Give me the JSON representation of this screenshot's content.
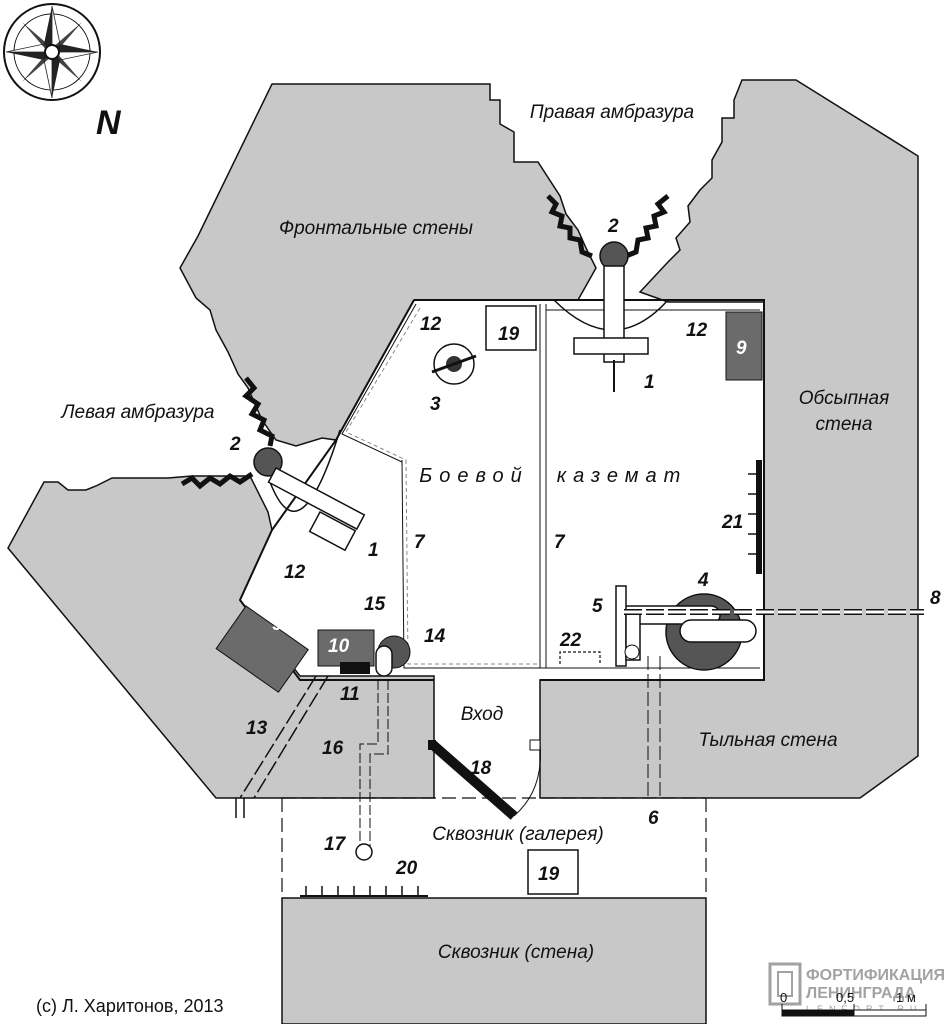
{
  "north_label": "N",
  "labels": {
    "right_embrasure": "Правая амбразура",
    "frontal_walls": "Фронтальные стены",
    "left_embrasure": "Левая амбразура",
    "covering_wall": "Обсыпная стена",
    "covering_wall_l1": "Обсыпная",
    "covering_wall_l2": "стена",
    "casemate_left": "Боевой",
    "casemate_right": "каземат",
    "entrance": "Вход",
    "rear_wall": "Тыльная стена",
    "gallery": "Сквозник (галерея)",
    "gallery_wall": "Сквозник (стена)"
  },
  "numbers": {
    "n1": "1",
    "n2": "2",
    "n3": "3",
    "n4": "4",
    "n5": "5",
    "n6": "6",
    "n7": "7",
    "n8": "8",
    "n9": "9",
    "n10": "10",
    "n11": "11",
    "n12": "12",
    "n13": "13",
    "n14": "14",
    "n15": "15",
    "n16": "16",
    "n17": "17",
    "n18": "18",
    "n19": "19",
    "n20": "20",
    "n21": "21",
    "n22": "22"
  },
  "copyright": "(c) Л. Харитонов, 2013",
  "scale": {
    "ticks": [
      "0",
      "0,5",
      "1 м"
    ]
  },
  "watermark": {
    "line1": "ФОРТИФИКАЦИЯ",
    "line2": "ЛЕНИНГРАДА",
    "line3": "LENFORT.RU"
  },
  "colors": {
    "wall": "#c8c8c8",
    "dark_block": "#6b6b6b",
    "outline": "#111111"
  }
}
